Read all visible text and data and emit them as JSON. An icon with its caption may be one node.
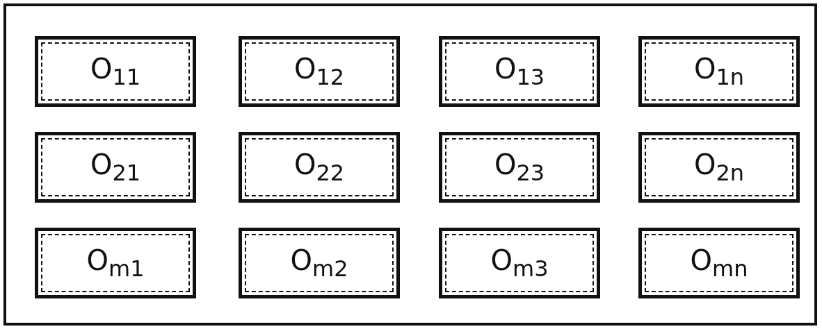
{
  "diagram": {
    "nodes": [
      {
        "text": [],
        "shape": "box"
      },
      {
        "text": [
          "O$_{11}$"
        ],
        "in": 0
      },
      {
        "text": [
          "O$_{12}$"
        ],
        "in": 0
      },
      {
        "text": [
          "O$_{13}$"
        ],
        "in": 0
      },
      {
        "text": [
          "O$_{1n}$"
        ],
        "in": 0
      },
      {
        "text": [
          "O$_{21}$"
        ],
        "in": 0
      },
      {
        "text": [
          "O$_{22}$"
        ],
        "in": 0
      },
      {
        "text": [
          "O$_{23}$"
        ],
        "in": 0
      },
      {
        "text": [
          "O$_{2n}$"
        ],
        "in": 0
      },
      {
        "text": [
          "O$_{m1}$"
        ],
        "in": 0
      },
      {
        "text": [
          "O$_{m2}$"
        ],
        "in": 0
      },
      {
        "text": [
          "O$_{m3}$"
        ],
        "in": 0
      },
      {
        "text": [
          "O$_{mn}$"
        ],
        "in": 0
      }
    ]
  }
}
